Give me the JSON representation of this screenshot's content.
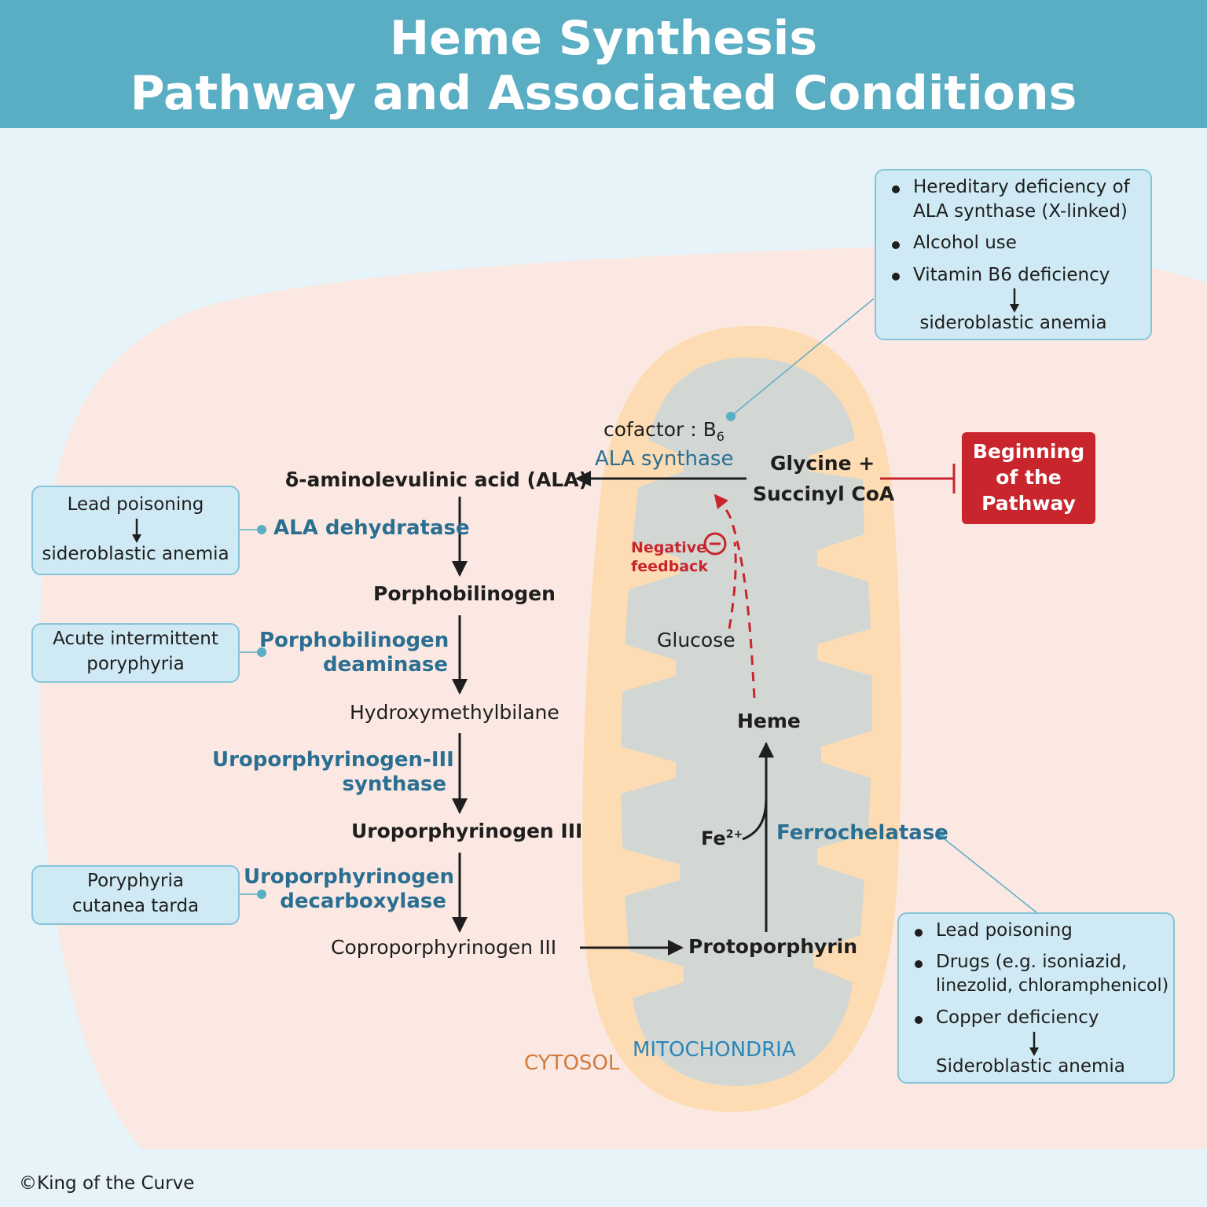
{
  "header": {
    "title_line1": "Heme Synthesis",
    "title_line2": "Pathway and Associated Conditions"
  },
  "pathway": {
    "cofactor_prefix": "cofactor : B",
    "cofactor_subscript": "6",
    "ala_synthase": "ALA synthase",
    "glycine": "Glycine +",
    "succinyl_coa": "Succinyl CoA",
    "ala": "δ-aminolevulinic acid (ALA)",
    "ala_dehydratase": "ALA dehydratase",
    "porphobilinogen": "Porphobilinogen",
    "pbg_deaminase_line1": "Porphobilinogen",
    "pbg_deaminase_line2": "deaminase",
    "hydroxymethylbilane": "Hydroxymethylbilane",
    "uro3_synthase_line1": "Uroporphyrinogen-III",
    "uro3_synthase_line2": "synthase",
    "uroporphyrinogen3": "Uroporphyrinogen III",
    "uro_decarboxylase_line1": "Uroporphyrinogen",
    "uro_decarboxylase_line2": "decarboxylase",
    "coproporphyrinogen3": "Coproporphyrinogen III",
    "protoporphyrin": "Protoporphyrin",
    "ferrochelatase": "Ferrochelatase",
    "fe_prefix": "Fe",
    "fe_superscript": "2+",
    "heme": "Heme",
    "glucose": "Glucose",
    "negative_feedback_line1": "Negative",
    "negative_feedback_line2": "feedback",
    "cytosol": "CYTOSOL",
    "mitochondria": "MITOCHONDRIA"
  },
  "beginning_box": {
    "line1": "Beginning",
    "line2": "of the",
    "line3": "Pathway"
  },
  "boxes": {
    "ala_synthase_conditions": {
      "item1_line1": "Hereditary deficiency of",
      "item1_line2": "ALA synthase (X-linked)",
      "item2": "Alcohol use",
      "item3": "Vitamin B6 deficiency",
      "result": "sideroblastic anemia"
    },
    "ala_dehydratase_conditions": {
      "cause": "Lead poisoning",
      "result": "sideroblastic anemia"
    },
    "pbg_deaminase_conditions": {
      "line1": "Acute intermittent",
      "line2": "poryphyria"
    },
    "uro_decarboxylase_conditions": {
      "line1": "Poryphyria",
      "line2": "cutanea tarda"
    },
    "ferrochelatase_conditions": {
      "item1": "Lead poisoning",
      "item2_line1": "Drugs (e.g. isoniazid,",
      "item2_line2": "linezolid, chloramphenicol)",
      "item3": "Copper deficiency",
      "result": "Sideroblastic anemia"
    }
  },
  "footer": {
    "copyright": "©King of the Curve"
  },
  "colors": {
    "header": "#5aaec4",
    "cytosol_fill": "#fbe8e2",
    "mitochondria_outer": "#fddcb3",
    "mitochondria_inner": "#d3d7d3",
    "enzyme_text": "#2a6f92",
    "callout_box": "#cfeaf5",
    "red_accent": "#c8252d",
    "cytosol_label": "#d07b3c"
  }
}
